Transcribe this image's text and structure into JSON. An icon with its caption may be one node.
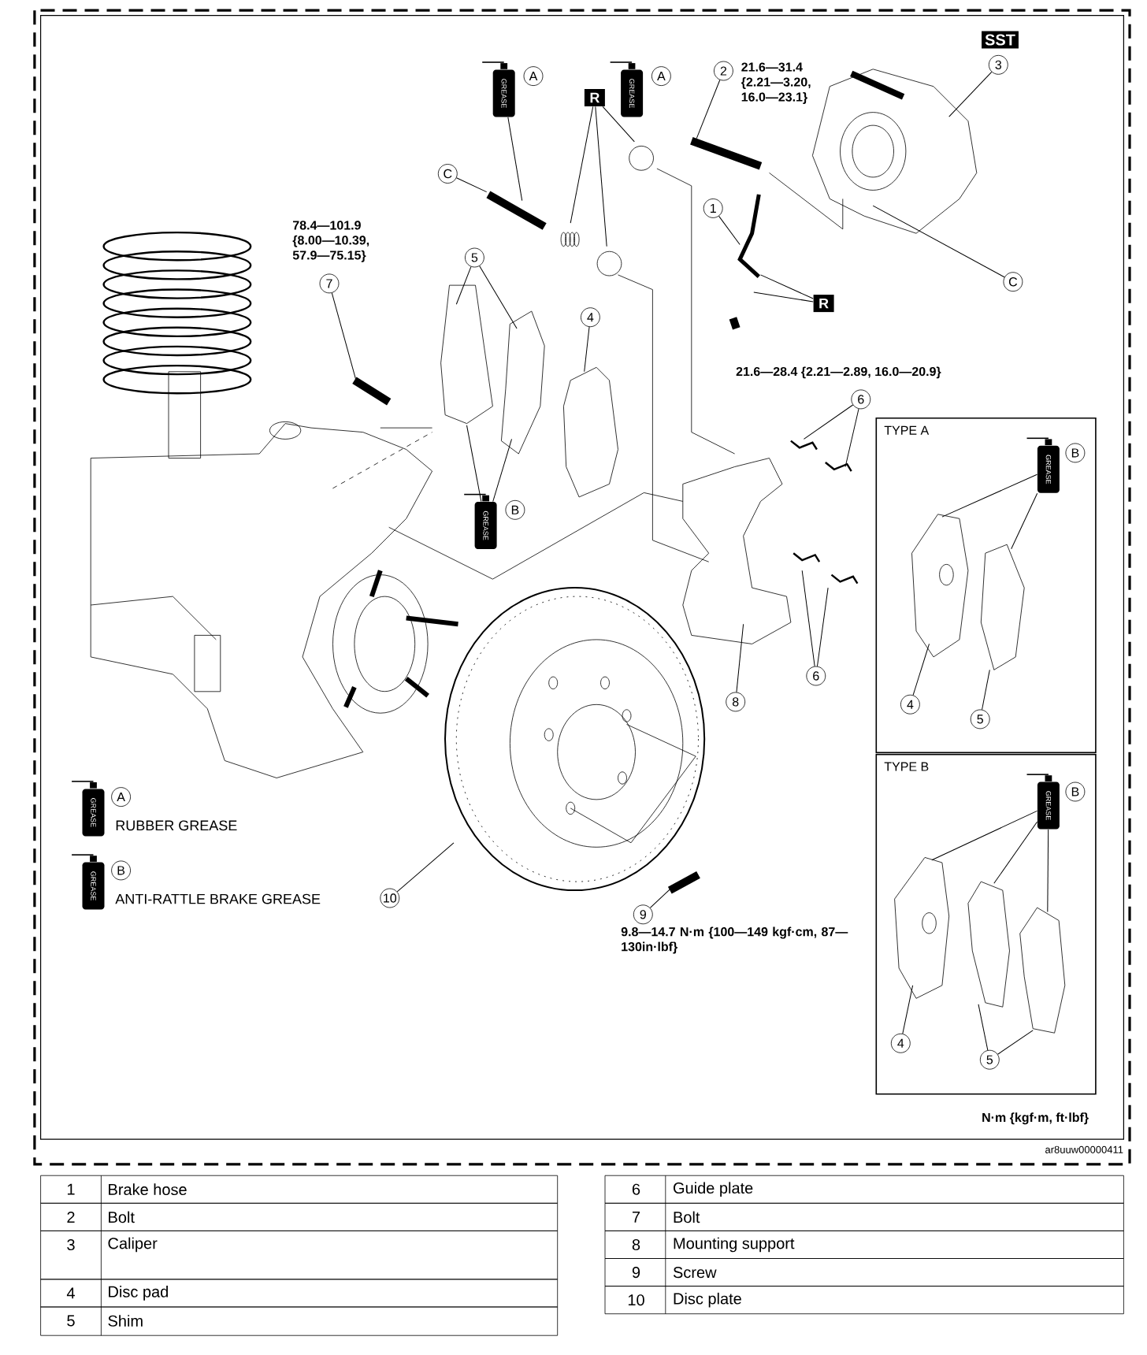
{
  "diagram": {
    "nodes": [
      {
        "text": [
          "GREASE"
        ],
        "beside": [
          "A"
        ]
      },
      {
        "text": [
          "GREASE"
        ],
        "beside": [
          "A"
        ]
      },
      {
        "text": [
          "2"
        ],
        "beside": [
          "21.6—31.4 {2.21—3.20, 16.0—23.1}"
        ]
      },
      {
        "text": [
          "3"
        ],
        "beside": [
          "SST"
        ]
      },
      {
        "text": [
          "R"
        ]
      },
      {
        "text": [
          "C"
        ]
      },
      {
        "text": [
          "1"
        ]
      },
      {
        "text": [
          "7"
        ],
        "beside": [
          "78.4—101.9 {8.00—10.39, 57.9—75.15}"
        ]
      },
      {
        "text": [
          "5"
        ]
      },
      {
        "text": [
          "C"
        ]
      },
      {
        "text": [
          "R"
        ]
      },
      {
        "text": [
          "4"
        ]
      },
      {
        "text": [
          "6"
        ]
      },
      {
        "text": [
          "TYPE A"
        ]
      },
      {
        "text": [
          "GREASE"
        ],
        "beside": [
          "B"
        ],
        "in": 13
      },
      {
        "text": [
          "4"
        ],
        "in": 13
      },
      {
        "text": [
          "5"
        ],
        "in": 13
      },
      {
        "text": [
          "GREASE"
        ],
        "beside": [
          "B"
        ]
      },
      {
        "text": [
          "6"
        ]
      },
      {
        "text": [
          "8"
        ]
      },
      {
        "text": [
          "TYPE B"
        ]
      },
      {
        "text": [
          "GREASE"
        ],
        "beside": [
          "B"
        ],
        "in": 20
      },
      {
        "text": [
          "4"
        ],
        "in": 20
      },
      {
        "text": [
          "5"
        ],
        "in": 20
      },
      {
        "text": [
          "GREASE"
        ],
        "beside": [
          "A"
        ]
      },
      {
        "text": [
          "GREASE"
        ],
        "beside": [
          "B"
        ]
      },
      {
        "text": [
          "10"
        ]
      },
      {
        "text": [
          "9"
        ],
        "beside": [
          "9.8—14.7 N·m {100—149 kgf·cm, 87—130in·lbf}"
        ]
      }
    ],
    "edges": [
      {
        "from": 0,
        "to": null,
        "arrow": "none"
      },
      {
        "from": 2,
        "to": null,
        "arrow": "none"
      },
      {
        "from": 3,
        "to": null,
        "arrow": "none"
      },
      {
        "from": 4,
        "to": null,
        "arrow": "none"
      },
      {
        "from": 4,
        "to": null,
        "arrow": "none"
      },
      {
        "from": 4,
        "to": null,
        "arrow": "none"
      },
      {
        "from": 5,
        "to": null,
        "arrow": "none"
      },
      {
        "from": 6,
        "to": null,
        "arrow": "none"
      },
      {
        "from": 7,
        "to": null,
        "arrow": "none"
      },
      {
        "from": 8,
        "to": null,
        "arrow": "none"
      },
      {
        "from": 8,
        "to": null,
        "arrow": "none"
      },
      {
        "from": 9,
        "to": null,
        "arrow": "none"
      },
      {
        "from": 10,
        "to": null,
        "arrow": "none"
      },
      {
        "from": 10,
        "to": null,
        "arrow": "none"
      },
      {
        "from": 11,
        "to": null,
        "arrow": "none"
      },
      {
        "from": 12,
        "to": null,
        "arrow": "none"
      },
      {
        "from": 12,
        "to": null,
        "arrow": "none"
      },
      {
        "from": 14,
        "to": null,
        "arrow": "none"
      },
      {
        "from": 14,
        "to": null,
        "arrow": "none"
      },
      {
        "from": 15,
        "to": null,
        "arrow": "none"
      },
      {
        "from": 16,
        "to": null,
        "arrow": "none"
      },
      {
        "from": 17,
        "to": null,
        "arrow": "none"
      },
      {
        "from": 17,
        "to": null,
        "arrow": "none"
      },
      {
        "from": 18,
        "to": null,
        "arrow": "none"
      },
      {
        "from": 18,
        "to": null,
        "arrow": "none"
      },
      {
        "from": 19,
        "to": null,
        "arrow": "none"
      },
      {
        "from": 21,
        "to": null,
        "arrow": "none"
      },
      {
        "from": 21,
        "to": null,
        "arrow": "none"
      },
      {
        "from": 21,
        "to": null,
        "arrow": "none"
      },
      {
        "from": 22,
        "to": null,
        "arrow": "none"
      },
      {
        "from": 23,
        "to": null,
        "arrow": "none"
      },
      {
        "from": 23,
        "to": null,
        "arrow": "none"
      },
      {
        "from": 26,
        "to": null,
        "arrow": "none"
      },
      {
        "from": 27,
        "to": null,
        "arrow": "none"
      }
    ],
    "labels": [
      "21.6—28.4 {2.21—2.89, 16.0—20.9}",
      "N·m {kgf·m, ft·lbf}",
      "ar8uuw00000411",
      "1",
      "Brake hose",
      "2",
      "Bolt",
      "3",
      "Caliper",
      "4",
      "Disc pad",
      "5",
      "Shim",
      "6",
      "Guide plate",
      "7",
      "Bolt",
      "8",
      "Mounting support",
      "9",
      "Screw",
      "10",
      "Disc plate"
    ],
    "legend": [
      {
        "text": "RUBBER GREASE"
      },
      {
        "text": "ANTI-RATTLE BRAKE GREASE"
      }
    ]
  }
}
